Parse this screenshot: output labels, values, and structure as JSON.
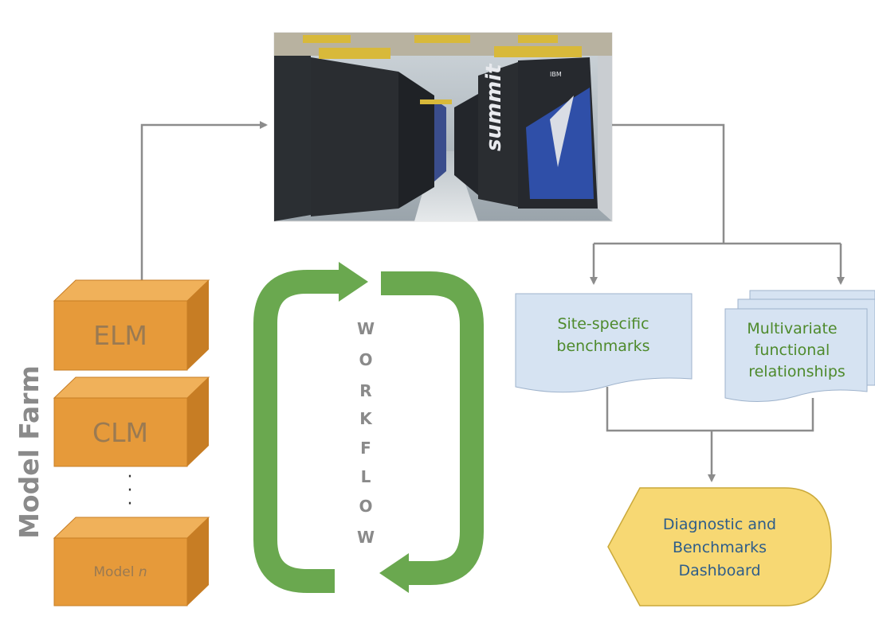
{
  "model_farm": {
    "title": "Model Farm",
    "models": [
      {
        "label": "ELM"
      },
      {
        "label": "CLM"
      },
      {
        "label": "Model ",
        "italic_suffix": "n"
      }
    ],
    "ellipsis": "·"
  },
  "workflow": {
    "letters": [
      "W",
      "O",
      "R",
      "K",
      "F",
      "L",
      "O",
      "W"
    ],
    "arrow_color": "#6aa84f"
  },
  "supercomputer": {
    "image_icon": "supercomputer-photo",
    "brand_text": "summit",
    "maker_text": "IBM"
  },
  "outputs": {
    "site_benchmarks": [
      "Site-specific",
      "benchmarks"
    ],
    "multivariate": [
      "Multivariate",
      "functional",
      "relationships"
    ]
  },
  "dashboard": {
    "lines": [
      "Diagnostic and",
      "Benchmarks",
      "Dashboard"
    ]
  },
  "colors": {
    "cube_front": "#e69a3a",
    "cube_top": "#f0b15a",
    "cube_side": "#c77d24",
    "doc_fill": "#d6e3f2",
    "dashboard_fill": "#f7d873",
    "connector": "#8c8c8c"
  }
}
